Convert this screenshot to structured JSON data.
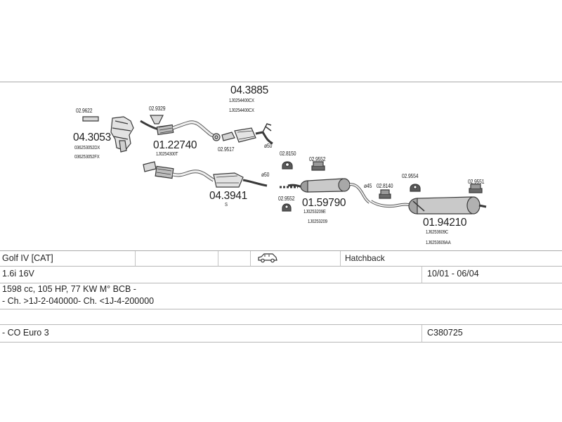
{
  "parts": {
    "cat_manifold": {
      "number": "04.3053",
      "codes": [
        "036253052DX",
        "036253052FX"
      ]
    },
    "bracket_a": {
      "number": "02.9622"
    },
    "gasket_a": {
      "number": "02.9329"
    },
    "front_pipe": {
      "number": "01.22740",
      "code": "1J0254300T"
    },
    "gasket_b": {
      "number": "02.9517"
    },
    "catalyst_upper": {
      "number": "04.3885",
      "codes": [
        "1J0254400CX",
        "1J0254400CX"
      ]
    },
    "clamp_a": {
      "number": "ø50"
    },
    "catalyst_lower": {
      "number": "04.3941",
      "code": "S"
    },
    "clamp_b": {
      "number": "ø50"
    },
    "rubber_a": {
      "number": "02.8150"
    },
    "rubber_b": {
      "number": "02.9552"
    },
    "rubber_c": {
      "number": "02.9552"
    },
    "middle_silencer": {
      "number": "01.59790",
      "codes": [
        "1J0253209E",
        "1J0253209"
      ]
    },
    "clamp_c": {
      "number": "ø45"
    },
    "rubber_d": {
      "number": "02.8140"
    },
    "rubber_e": {
      "number": "02.9554"
    },
    "rubber_f": {
      "number": "02.9551"
    },
    "rear_silencer": {
      "number": "01.94210",
      "codes": [
        "1J6253609C",
        "1J6253609AA"
      ]
    }
  },
  "info": {
    "model": "Golf IV  [CAT]",
    "body_type": "Hatchback",
    "engine": "1.6i 16V",
    "years": "10/01 - 06/04",
    "specs": "1598 cc, 105 HP, 77 KW M° BCB -",
    "chassis": "- Ch. >1J-2-040000- Ch. <1J-4-200000",
    "emission": "- CO Euro 3",
    "ref": "C380725"
  },
  "icons": {
    "vehicle": "hatchback-car-icon"
  }
}
